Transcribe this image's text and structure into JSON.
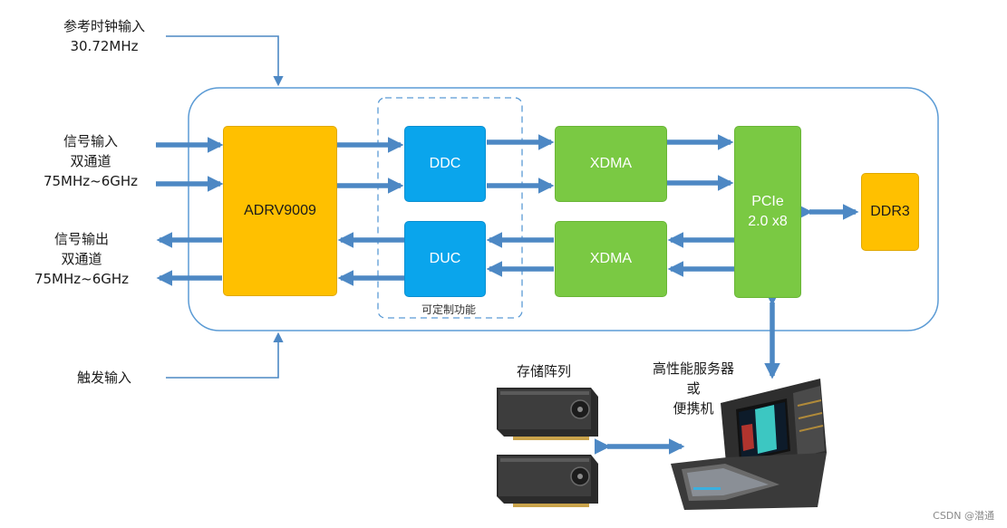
{
  "inputs": {
    "ref_clock_line1": "参考时钟输入",
    "ref_clock_line2": "30.72MHz",
    "sig_in_line1": "信号输入",
    "sig_in_line2": "双通道",
    "sig_in_line3": "75MHz~6GHz",
    "sig_out_line1": "信号输出",
    "sig_out_line2": "双通道",
    "sig_out_line3": "75MHz~6GHz",
    "trigger": "触发输入"
  },
  "blocks": {
    "adrv": "ADRV9009",
    "ddc": "DDC",
    "duc": "DUC",
    "xdma_top": "XDMA",
    "xdma_bottom": "XDMA",
    "pcie_line1": "PCIe",
    "pcie_line2": "2.0 x8",
    "ddr": "DDR3",
    "custom_label": "可定制功能"
  },
  "peripherals": {
    "storage": "存储阵列",
    "server_line1": "高性能服务器",
    "server_line2": "或",
    "server_line3": "便携机"
  },
  "watermark": "CSDN @潜通",
  "colors": {
    "arrow": "#4d88c4",
    "board_border": "#5b9bd5",
    "blue_block": "#0aa5ec",
    "green_block": "#7ac943",
    "amber_block": "#ffc000"
  }
}
